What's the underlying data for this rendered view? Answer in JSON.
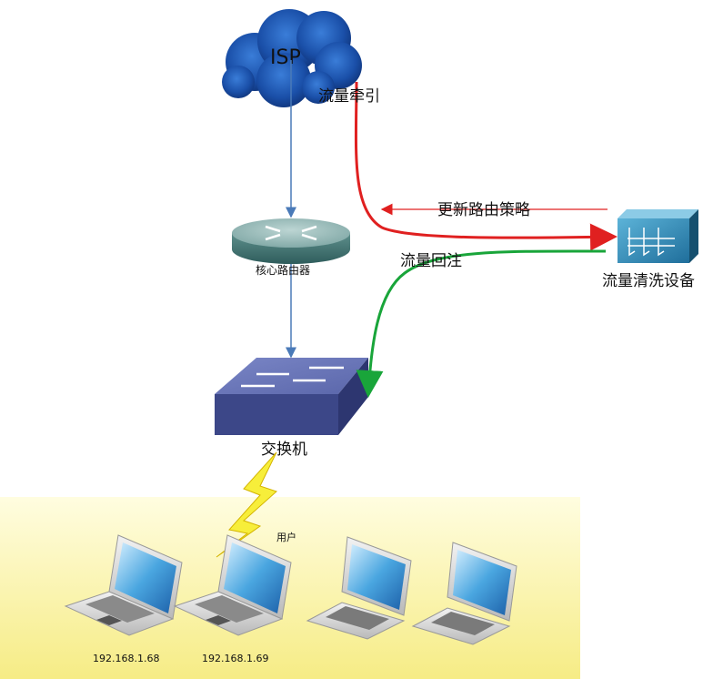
{
  "nodes": {
    "isp": {
      "label": "ISP"
    },
    "core_router": {
      "label": "核心路由器"
    },
    "switch": {
      "label": "交换机"
    },
    "scrubbing_device": {
      "label": "流量清洗设备"
    },
    "users": {
      "label": "用户"
    }
  },
  "flows": {
    "traffic_diversion": "流量牵引",
    "route_update": "更新路由策略",
    "traffic_reinjection": "流量回注"
  },
  "hosts": [
    {
      "ip": "192.168.1.68"
    },
    {
      "ip": "192.168.1.69"
    },
    {
      "ip": ""
    },
    {
      "ip": ""
    }
  ],
  "colors": {
    "link_blue": "#4a7ab8",
    "diversion_red": "#e02020",
    "reinjection_green": "#19a53a",
    "user_zone_top": "#fffcd0",
    "user_zone_bottom": "#f8ef8a"
  }
}
